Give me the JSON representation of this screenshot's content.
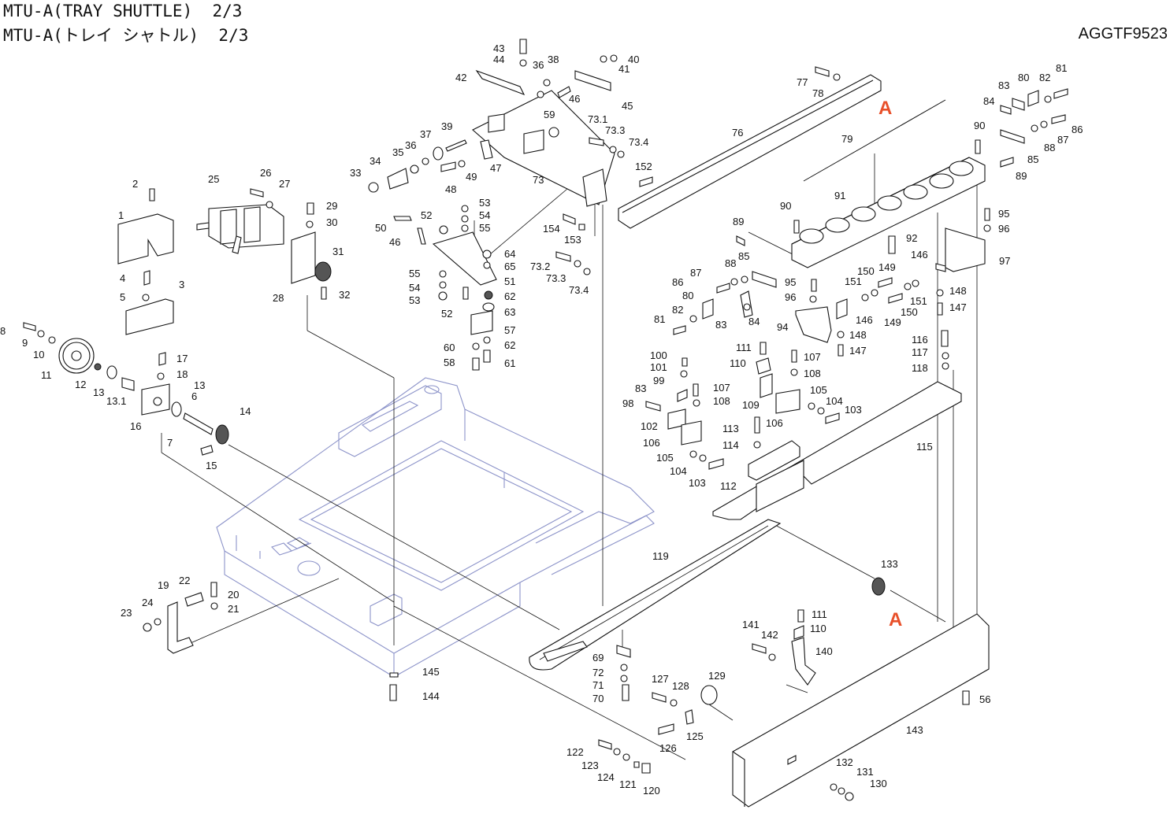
{
  "header": {
    "title_line1": "MTU-A(TRAY SHUTTLE)  2/3",
    "title_line2": "MTU-A(トレイ シャトル)  2/3",
    "drawing_code": "AGGTF9523"
  },
  "reference_marks": [
    "A",
    "A"
  ],
  "callouts": [
    {
      "id": "c1",
      "text": "1"
    },
    {
      "id": "c2",
      "text": "2"
    },
    {
      "id": "c3",
      "text": "3"
    },
    {
      "id": "c4",
      "text": "4"
    },
    {
      "id": "c5",
      "text": "5"
    },
    {
      "id": "c6",
      "text": "6"
    },
    {
      "id": "c7",
      "text": "7"
    },
    {
      "id": "c8",
      "text": "8"
    },
    {
      "id": "c9",
      "text": "9"
    },
    {
      "id": "c10",
      "text": "10"
    },
    {
      "id": "c11",
      "text": "11"
    },
    {
      "id": "c12",
      "text": "12"
    },
    {
      "id": "c13a",
      "text": "13"
    },
    {
      "id": "c13b",
      "text": "13"
    },
    {
      "id": "c13_1",
      "text": "13.1"
    },
    {
      "id": "c14",
      "text": "14"
    },
    {
      "id": "c15",
      "text": "15"
    },
    {
      "id": "c16",
      "text": "16"
    },
    {
      "id": "c17",
      "text": "17"
    },
    {
      "id": "c18",
      "text": "18"
    },
    {
      "id": "c19",
      "text": "19"
    },
    {
      "id": "c20",
      "text": "20"
    },
    {
      "id": "c21",
      "text": "21"
    },
    {
      "id": "c22",
      "text": "22"
    },
    {
      "id": "c23",
      "text": "23"
    },
    {
      "id": "c24",
      "text": "24"
    },
    {
      "id": "c25",
      "text": "25"
    },
    {
      "id": "c26",
      "text": "26"
    },
    {
      "id": "c27",
      "text": "27"
    },
    {
      "id": "c28",
      "text": "28"
    },
    {
      "id": "c29",
      "text": "29"
    },
    {
      "id": "c30",
      "text": "30"
    },
    {
      "id": "c31",
      "text": "31"
    },
    {
      "id": "c32",
      "text": "32"
    },
    {
      "id": "c33",
      "text": "33"
    },
    {
      "id": "c34",
      "text": "34"
    },
    {
      "id": "c35",
      "text": "35"
    },
    {
      "id": "c36a",
      "text": "36"
    },
    {
      "id": "c36b",
      "text": "36"
    },
    {
      "id": "c37",
      "text": "37"
    },
    {
      "id": "c38",
      "text": "38"
    },
    {
      "id": "c39",
      "text": "39"
    },
    {
      "id": "c40",
      "text": "40"
    },
    {
      "id": "c41",
      "text": "41"
    },
    {
      "id": "c42",
      "text": "42"
    },
    {
      "id": "c43",
      "text": "43"
    },
    {
      "id": "c44",
      "text": "44"
    },
    {
      "id": "c45",
      "text": "45"
    },
    {
      "id": "c46a",
      "text": "46"
    },
    {
      "id": "c46b",
      "text": "46"
    },
    {
      "id": "c47",
      "text": "47"
    },
    {
      "id": "c48",
      "text": "48"
    },
    {
      "id": "c49",
      "text": "49"
    },
    {
      "id": "c50",
      "text": "50"
    },
    {
      "id": "c51",
      "text": "51"
    },
    {
      "id": "c52a",
      "text": "52"
    },
    {
      "id": "c52b",
      "text": "52"
    },
    {
      "id": "c53a",
      "text": "53"
    },
    {
      "id": "c53b",
      "text": "53"
    },
    {
      "id": "c54a",
      "text": "54"
    },
    {
      "id": "c54b",
      "text": "54"
    },
    {
      "id": "c55a",
      "text": "55"
    },
    {
      "id": "c55b",
      "text": "55"
    },
    {
      "id": "c56",
      "text": "56"
    },
    {
      "id": "c57",
      "text": "57"
    },
    {
      "id": "c58",
      "text": "58"
    },
    {
      "id": "c59",
      "text": "59"
    },
    {
      "id": "c60",
      "text": "60"
    },
    {
      "id": "c61",
      "text": "61"
    },
    {
      "id": "c62a",
      "text": "62"
    },
    {
      "id": "c62b",
      "text": "62"
    },
    {
      "id": "c63",
      "text": "63"
    },
    {
      "id": "c64",
      "text": "64"
    },
    {
      "id": "c65",
      "text": "65"
    },
    {
      "id": "c69",
      "text": "69"
    },
    {
      "id": "c70",
      "text": "70"
    },
    {
      "id": "c71",
      "text": "71"
    },
    {
      "id": "c72",
      "text": "72"
    },
    {
      "id": "c73",
      "text": "73"
    },
    {
      "id": "c73_1",
      "text": "73.1"
    },
    {
      "id": "c73_2",
      "text": "73.2"
    },
    {
      "id": "c73_3a",
      "text": "73.3"
    },
    {
      "id": "c73_3b",
      "text": "73.3"
    },
    {
      "id": "c73_4a",
      "text": "73.4"
    },
    {
      "id": "c73_4b",
      "text": "73.4"
    },
    {
      "id": "c76",
      "text": "76"
    },
    {
      "id": "c77",
      "text": "77"
    },
    {
      "id": "c78",
      "text": "78"
    },
    {
      "id": "c79",
      "text": "79"
    },
    {
      "id": "c80a",
      "text": "80"
    },
    {
      "id": "c80b",
      "text": "80"
    },
    {
      "id": "c81a",
      "text": "81"
    },
    {
      "id": "c81b",
      "text": "81"
    },
    {
      "id": "c82a",
      "text": "82"
    },
    {
      "id": "c82b",
      "text": "82"
    },
    {
      "id": "c83a",
      "text": "83"
    },
    {
      "id": "c83b",
      "text": "83"
    },
    {
      "id": "c83c",
      "text": "83"
    },
    {
      "id": "c84a",
      "text": "84"
    },
    {
      "id": "c84b",
      "text": "84"
    },
    {
      "id": "c85a",
      "text": "85"
    },
    {
      "id": "c85b",
      "text": "85"
    },
    {
      "id": "c86a",
      "text": "86"
    },
    {
      "id": "c86b",
      "text": "86"
    },
    {
      "id": "c87a",
      "text": "87"
    },
    {
      "id": "c87b",
      "text": "87"
    },
    {
      "id": "c88a",
      "text": "88"
    },
    {
      "id": "c88b",
      "text": "88"
    },
    {
      "id": "c89a",
      "text": "89"
    },
    {
      "id": "c89b",
      "text": "89"
    },
    {
      "id": "c90a",
      "text": "90"
    },
    {
      "id": "c90b",
      "text": "90"
    },
    {
      "id": "c91",
      "text": "91"
    },
    {
      "id": "c92",
      "text": "92"
    },
    {
      "id": "c94",
      "text": "94"
    },
    {
      "id": "c95a",
      "text": "95"
    },
    {
      "id": "c95b",
      "text": "95"
    },
    {
      "id": "c96a",
      "text": "96"
    },
    {
      "id": "c96b",
      "text": "96"
    },
    {
      "id": "c97",
      "text": "97"
    },
    {
      "id": "c98",
      "text": "98"
    },
    {
      "id": "c99",
      "text": "99"
    },
    {
      "id": "c100",
      "text": "100"
    },
    {
      "id": "c101",
      "text": "101"
    },
    {
      "id": "c102",
      "text": "102"
    },
    {
      "id": "c103a",
      "text": "103"
    },
    {
      "id": "c103b",
      "text": "103"
    },
    {
      "id": "c104a",
      "text": "104"
    },
    {
      "id": "c104b",
      "text": "104"
    },
    {
      "id": "c105a",
      "text": "105"
    },
    {
      "id": "c105b",
      "text": "105"
    },
    {
      "id": "c106a",
      "text": "106"
    },
    {
      "id": "c106b",
      "text": "106"
    },
    {
      "id": "c107a",
      "text": "107"
    },
    {
      "id": "c107b",
      "text": "107"
    },
    {
      "id": "c108a",
      "text": "108"
    },
    {
      "id": "c108b",
      "text": "108"
    },
    {
      "id": "c109",
      "text": "109"
    },
    {
      "id": "c110a",
      "text": "110"
    },
    {
      "id": "c110b",
      "text": "110"
    },
    {
      "id": "c111a",
      "text": "111"
    },
    {
      "id": "c111b",
      "text": "111"
    },
    {
      "id": "c112",
      "text": "112"
    },
    {
      "id": "c113",
      "text": "113"
    },
    {
      "id": "c114",
      "text": "114"
    },
    {
      "id": "c115",
      "text": "115"
    },
    {
      "id": "c116",
      "text": "116"
    },
    {
      "id": "c117",
      "text": "117"
    },
    {
      "id": "c118",
      "text": "118"
    },
    {
      "id": "c119",
      "text": "119"
    },
    {
      "id": "c120",
      "text": "120"
    },
    {
      "id": "c121",
      "text": "121"
    },
    {
      "id": "c122",
      "text": "122"
    },
    {
      "id": "c123",
      "text": "123"
    },
    {
      "id": "c124",
      "text": "124"
    },
    {
      "id": "c125",
      "text": "125"
    },
    {
      "id": "c126",
      "text": "126"
    },
    {
      "id": "c127",
      "text": "127"
    },
    {
      "id": "c128",
      "text": "128"
    },
    {
      "id": "c129",
      "text": "129"
    },
    {
      "id": "c130",
      "text": "130"
    },
    {
      "id": "c131",
      "text": "131"
    },
    {
      "id": "c132",
      "text": "132"
    },
    {
      "id": "c133",
      "text": "133"
    },
    {
      "id": "c140",
      "text": "140"
    },
    {
      "id": "c141",
      "text": "141"
    },
    {
      "id": "c142",
      "text": "142"
    },
    {
      "id": "c143",
      "text": "143"
    },
    {
      "id": "c144",
      "text": "144"
    },
    {
      "id": "c145",
      "text": "145"
    },
    {
      "id": "c146a",
      "text": "146"
    },
    {
      "id": "c146b",
      "text": "146"
    },
    {
      "id": "c147a",
      "text": "147"
    },
    {
      "id": "c147b",
      "text": "147"
    },
    {
      "id": "c148a",
      "text": "148"
    },
    {
      "id": "c148b",
      "text": "148"
    },
    {
      "id": "c149a",
      "text": "149"
    },
    {
      "id": "c149b",
      "text": "149"
    },
    {
      "id": "c150a",
      "text": "150"
    },
    {
      "id": "c150b",
      "text": "150"
    },
    {
      "id": "c151a",
      "text": "151"
    },
    {
      "id": "c151b",
      "text": "151"
    },
    {
      "id": "c152",
      "text": "152"
    },
    {
      "id": "c153",
      "text": "153"
    },
    {
      "id": "c154",
      "text": "154"
    }
  ]
}
